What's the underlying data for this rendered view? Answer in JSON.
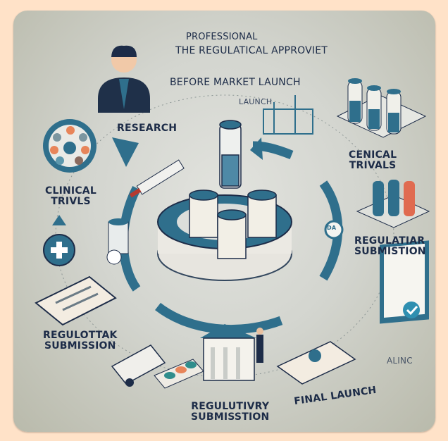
{
  "title": {
    "line1": "PROFESSIONAL",
    "line2": "THE REGULATICAL APPROVIET",
    "line3": "BEFORE MARKET LAUNCH",
    "line4": "LAUNCH"
  },
  "labels": {
    "research": "RESEARCH",
    "clinical_left_1": "CLINICAL",
    "clinical_left_2": "TRIVLS",
    "clinical_right_1": "CENICAL",
    "clinical_right_2": "TRIVALS",
    "reg_right_1": "REGULATIAR",
    "reg_right_2": "SUBMISTION",
    "reg_left_1": "REGULOTTAK",
    "reg_left_2": "SUBMISSION",
    "reg_bottom_1": "REGULUTIVRY",
    "reg_bottom_2": "SUBMISSTION",
    "final_launch": "FINAL LAUNCH",
    "alinc": "ALINC",
    "badge": "DA"
  },
  "colors": {
    "page_bg": "#ffe2c8",
    "navy": "#1d2c48",
    "teal": "#2f6f8c",
    "orange": "#e8855a"
  }
}
